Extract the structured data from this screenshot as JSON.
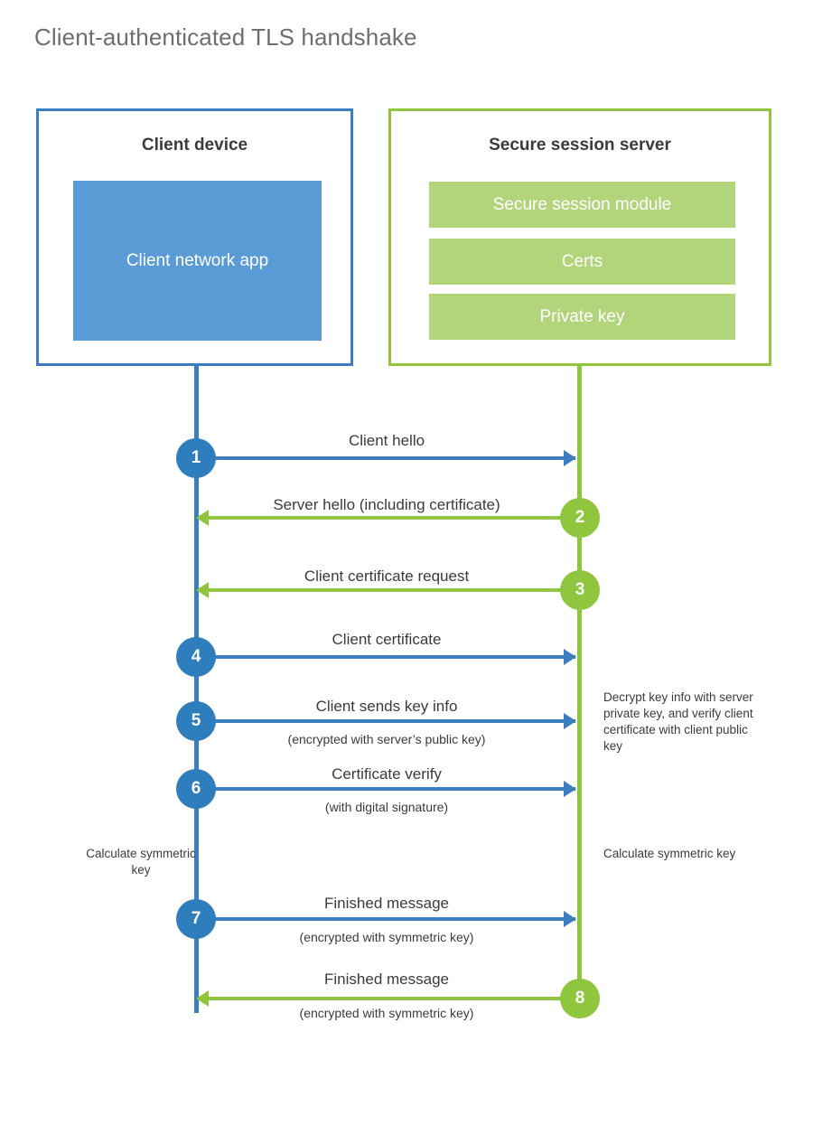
{
  "title": "Client-authenticated TLS handshake",
  "colors": {
    "client_blue": "#3C7DBF",
    "client_fill": "#5B9BD5",
    "server_green": "#8FC63E",
    "server_fill": "#B2D57C",
    "step_blue": "#2E7EBD",
    "title_gray": "#6e6e6e",
    "text_dark": "#3b3b3b"
  },
  "actors": {
    "client": {
      "title": "Client device",
      "blocks": [
        {
          "label": "Client network app"
        }
      ]
    },
    "server": {
      "title": "Secure session server",
      "blocks": [
        {
          "label": "Secure session module"
        },
        {
          "label": "Certs"
        },
        {
          "label": "Private key"
        }
      ]
    }
  },
  "steps": [
    {
      "number": "1",
      "label": "Client hello",
      "sub": "",
      "direction": "client-to-server"
    },
    {
      "number": "2",
      "label": "Server hello (including certificate)",
      "sub": "",
      "direction": "server-to-client"
    },
    {
      "number": "3",
      "label": "Client certificate request",
      "sub": "",
      "direction": "server-to-client"
    },
    {
      "number": "4",
      "label": "Client certificate",
      "sub": "",
      "direction": "client-to-server"
    },
    {
      "number": "5",
      "label": "Client sends key info",
      "sub": "(encrypted with server’s public key)",
      "direction": "client-to-server"
    },
    {
      "number": "6",
      "label": "Certificate verify",
      "sub": "(with digital signature)",
      "direction": "client-to-server"
    },
    {
      "number": "7",
      "label": "Finished message",
      "sub": "(encrypted with symmetric key)",
      "direction": "client-to-server"
    },
    {
      "number": "8",
      "label": "Finished message",
      "sub": "(encrypted with symmetric key)",
      "direction": "server-to-client"
    }
  ],
  "annotations": {
    "server_decrypt": "Decrypt key info with server private key, and verify client certificate with client public key",
    "calc_client": "Calculate symmetric key",
    "calc_server": "Calculate symmetric key"
  }
}
